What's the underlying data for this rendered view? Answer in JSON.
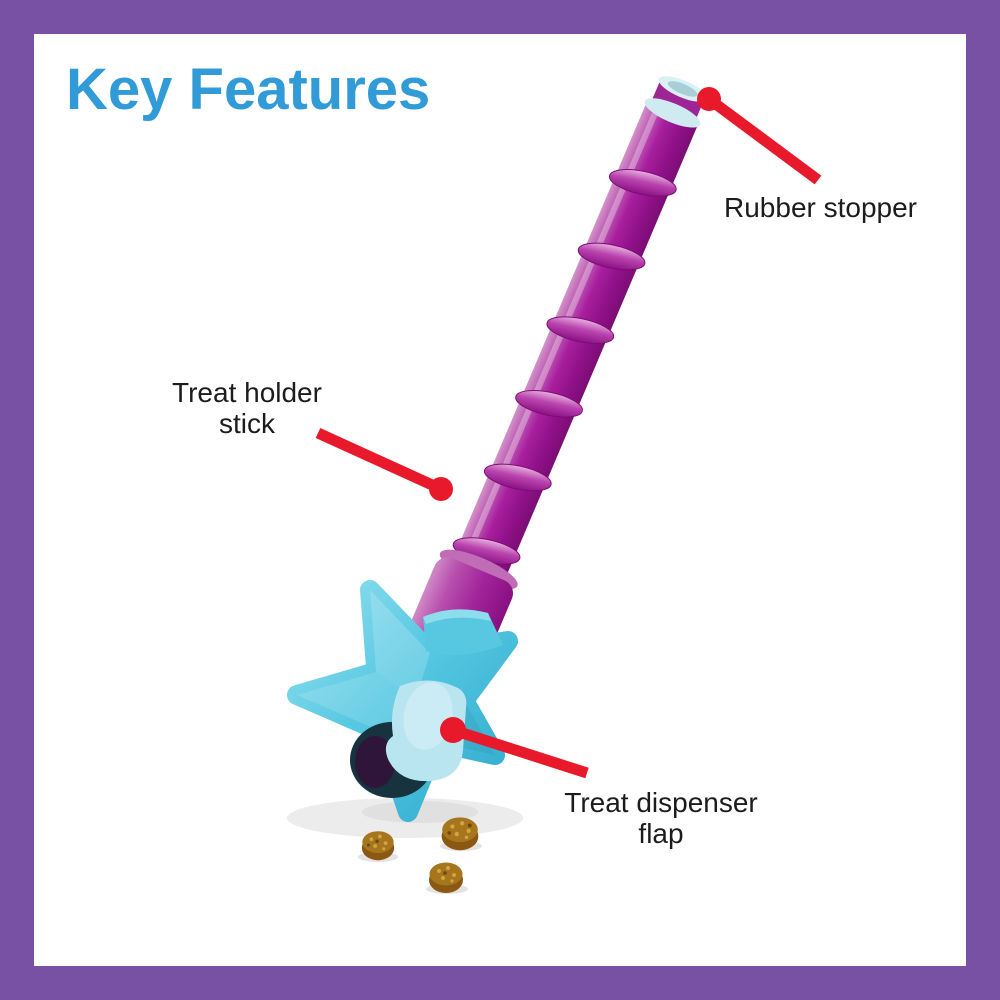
{
  "title": {
    "text": "Key Features"
  },
  "callouts": [
    {
      "id": "rubber-stopper",
      "label": "Rubber stopper"
    },
    {
      "id": "treat-holder-stick",
      "label": "Treat holder\nstick"
    },
    {
      "id": "treat-dispenser-flap",
      "label": "Treat dispenser\nflap"
    }
  ],
  "colors": {
    "border_purple": "#7851a5",
    "background_white": "#ffffff",
    "title_blue": "#309bd7",
    "label_black": "#1c1c1c",
    "callout_red": "#e8192b",
    "stick_purple": "#a1199a",
    "star_turquoise": "#52c6e1",
    "flap_light_blue": "#b9e5f1",
    "stopper_pale_blue": "#cfeaf0",
    "treat_brown": "#a6761e"
  }
}
